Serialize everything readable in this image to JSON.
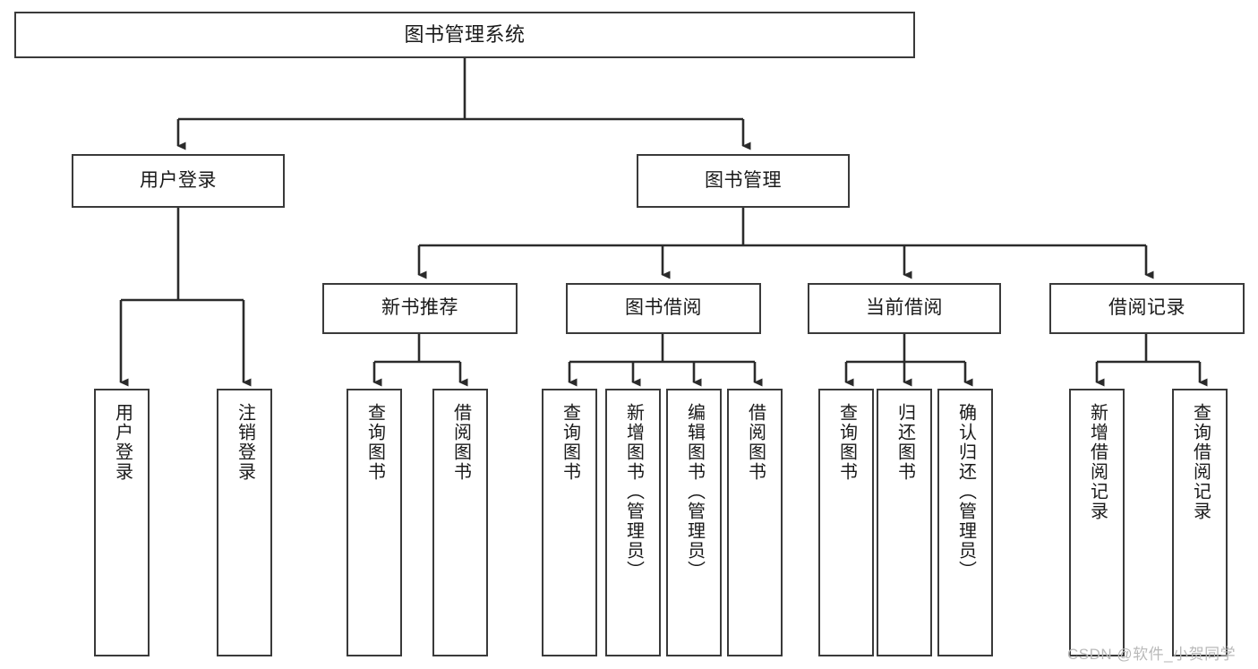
{
  "diagram": {
    "type": "tree-hierarchy",
    "title": "图书管理系统",
    "colors": {
      "background": "#ffffff",
      "box_border": "#3a3a3a",
      "box_fill": "#ffffff",
      "text": "#1a1a1a",
      "connector": "#2b2b2b",
      "watermark": "#b9b9b9"
    },
    "root": {
      "label": "图书管理系统"
    },
    "level1": [
      {
        "label": "用户登录"
      },
      {
        "label": "图书管理"
      }
    ],
    "level2": [
      {
        "label": "新书推荐"
      },
      {
        "label": "图书借阅"
      },
      {
        "label": "当前借阅"
      },
      {
        "label": "借阅记录"
      }
    ],
    "leaves": {
      "user_login": [
        {
          "label": "用户登录"
        },
        {
          "label": "注销登录"
        }
      ],
      "new_book_recommend": [
        {
          "label": "查询图书"
        },
        {
          "label": "借阅图书"
        }
      ],
      "book_borrow": [
        {
          "label": "查询图书"
        },
        {
          "label": "新增图书（管理员）"
        },
        {
          "label": "编辑图书（管理员）"
        },
        {
          "label": "借阅图书"
        }
      ],
      "current_borrow": [
        {
          "label": "查询图书"
        },
        {
          "label": "归还图书"
        },
        {
          "label": "确认归还（管理员）"
        }
      ],
      "borrow_record": [
        {
          "label": "新增借阅记录"
        },
        {
          "label": "查询借阅记录"
        }
      ]
    },
    "watermark": "CSDN @软件_小贺同学"
  }
}
